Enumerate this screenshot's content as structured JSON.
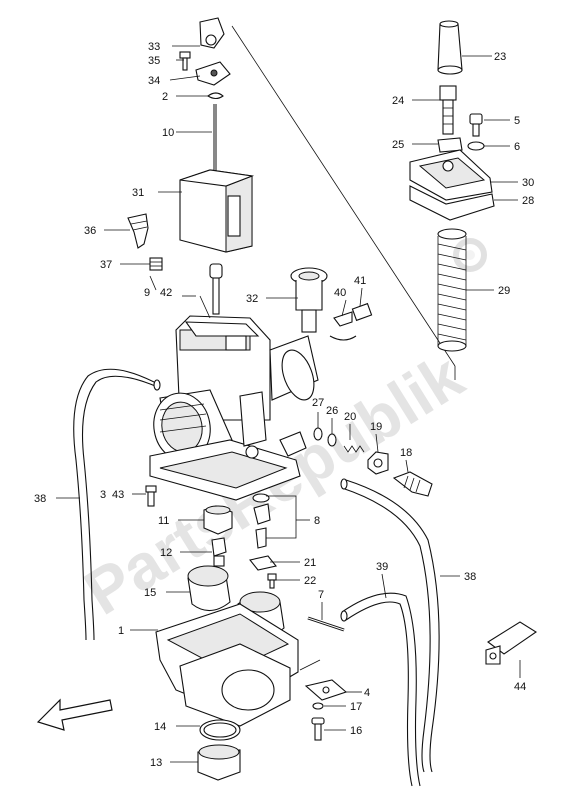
{
  "watermark": "PartsRepublik",
  "labels": {
    "p1": "1",
    "p2": "2",
    "p3": "3",
    "p4": "4",
    "p5": "5",
    "p6": "6",
    "p7": "7",
    "p8": "8",
    "p9": "9",
    "p10": "10",
    "p11": "11",
    "p12": "12",
    "p13": "13",
    "p14": "14",
    "p15": "15",
    "p16": "16",
    "p17": "17",
    "p18": "18",
    "p19": "19",
    "p20": "20",
    "p21": "21",
    "p22": "22",
    "p23": "23",
    "p24": "24",
    "p25": "25",
    "p26": "26",
    "p27": "27",
    "p28": "28",
    "p29": "29",
    "p30": "30",
    "p31": "31",
    "p32": "32",
    "p33": "33",
    "p34": "34",
    "p35": "35",
    "p36": "36",
    "p37": "37",
    "p38a": "38",
    "p38b": "38",
    "p39": "39",
    "p40": "40",
    "p41": "41",
    "p42": "42",
    "p43": "43",
    "p44": "44"
  }
}
